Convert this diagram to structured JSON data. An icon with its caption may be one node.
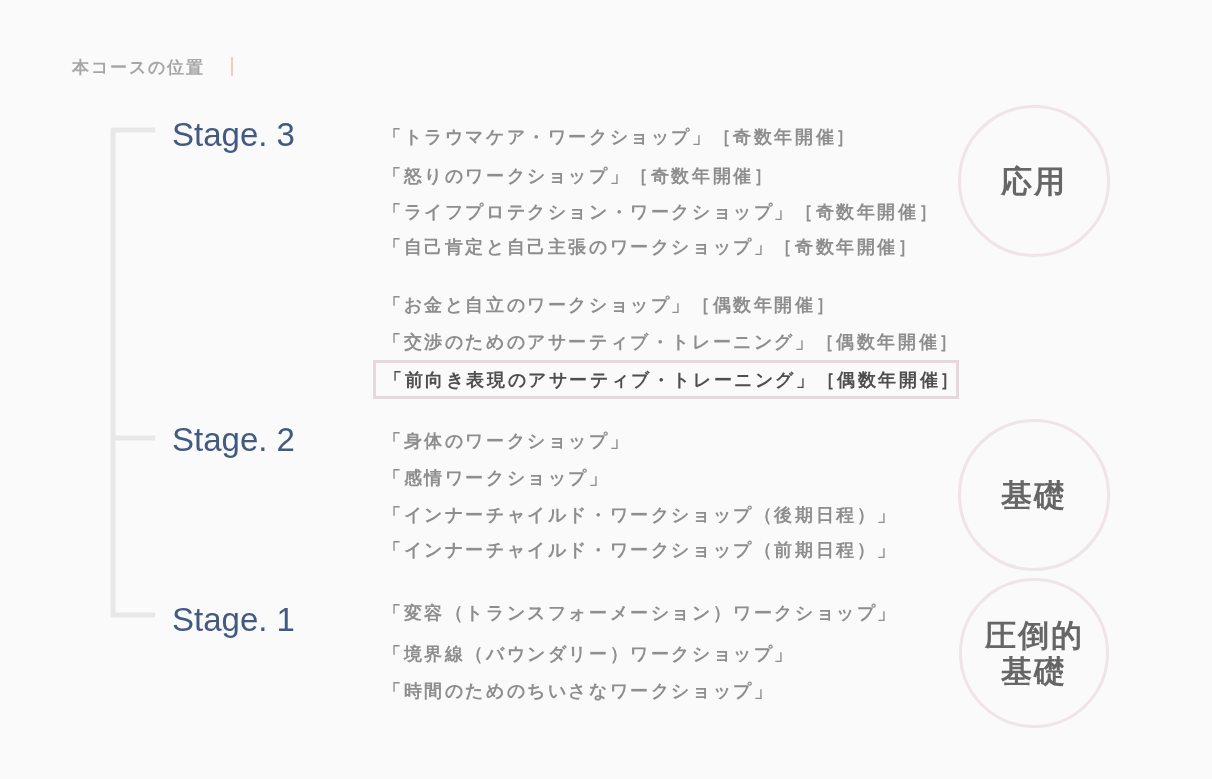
{
  "diagram": {
    "title": "本コースの位置",
    "nodes": [
      {
        "text": [
          "応用"
        ]
      },
      {
        "text": [
          "「前向き表現のアサーティブ・トレーニング」［偶数年開催］"
        ]
      },
      {
        "text": [
          "基礎"
        ]
      },
      {
        "text": [
          "圧倒的基礎"
        ]
      }
    ],
    "labels": [
      "Stage. 3",
      "「トラウマケア・ワークショップ」［奇数年開催］",
      "「怒りのワークショップ」［奇数年開催］",
      "「ライフプロテクション・ワークショップ」［奇数年開催］",
      "「自己肯定と自己主張のワークショップ」［奇数年開催］",
      "「お金と自立のワークショップ」［偶数年開催］",
      "「交渉のためのアサーティブ・トレーニング」［偶数年開催］",
      "Stage. 2",
      "「身体のワークショップ」",
      "「感情ワークショップ」",
      "「インナーチャイルド・ワークショップ（後期日程）」",
      "「インナーチャイルド・ワークショップ（前期日程）」",
      "Stage. 1",
      "「変容（トランスフォーメーション）ワークショップ」",
      "「境界線（バウンダリー）ワークショップ」",
      "「時間のためのちいさなワークショップ」"
    ]
  }
}
